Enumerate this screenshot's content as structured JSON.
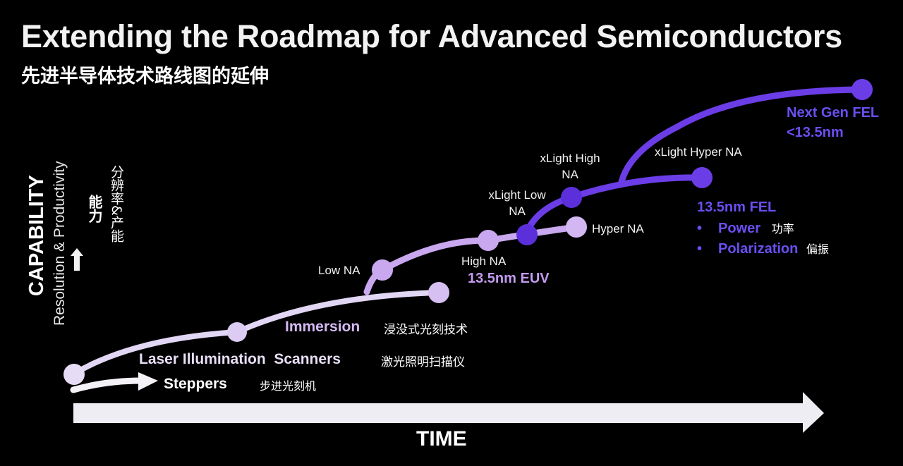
{
  "title": "Extending the Roadmap for Advanced Semiconductors",
  "subtitle": "先进半导体技术路线图的延伸",
  "y_axis": {
    "label": "CAPABILITY",
    "sublabel": "Resolution & Productivity",
    "label_cn": "能力",
    "sublabel_cn": "分辨率&产能"
  },
  "x_axis": {
    "label": "TIME"
  },
  "colors": {
    "background": "#000000",
    "light_lavender": "#e8e2f4",
    "lavender": "#c9a8ef",
    "violet": "#6b3de6",
    "euv_text": "#c39bef",
    "fel_text": "#6b4ef0"
  },
  "milestones": {
    "steppers": {
      "label": "Steppers",
      "cn": "步进光刻机"
    },
    "scanners": {
      "label": "Laser Illumination  Scanners",
      "cn": "激光照明扫描仪"
    },
    "immersion": {
      "label": "Immersion",
      "cn": "浸没式光刻技术"
    },
    "low_na": {
      "label": "Low NA"
    },
    "high_na": {
      "label": "High NA"
    },
    "euv": {
      "label": "13.5nm EUV"
    },
    "hyper_na": {
      "label": "Hyper NA"
    },
    "xlight_low_na": {
      "label1": "xLight Low",
      "label2": "NA"
    },
    "xlight_high_na": {
      "label1": "xLight High",
      "label2": "NA"
    },
    "xlight_hyper_na": {
      "label": "xLight Hyper NA"
    },
    "fel": {
      "label": "13.5nm FEL",
      "bullets": [
        {
          "label": "Power",
          "cn": "功率"
        },
        {
          "label": "Polarization",
          "cn": "偏振"
        }
      ]
    },
    "next_gen": {
      "label1": "Next Gen FEL",
      "label2": "<13.5nm"
    }
  }
}
